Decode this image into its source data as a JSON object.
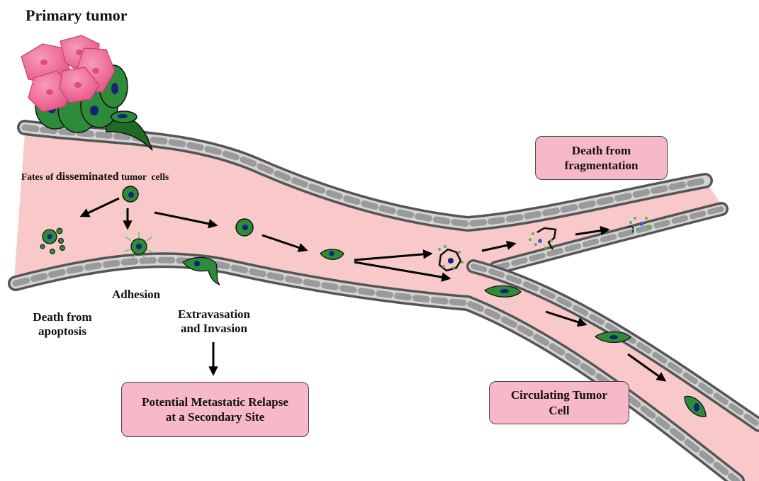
{
  "labels": {
    "primary_tumor": "Primary tumor",
    "fates_title_part1": "Fates of ",
    "fates_title_part2": "disseminated",
    "fates_title_part3": " tumor  cells",
    "adhesion": "Adhesion",
    "death_apoptosis_line1": "Death from",
    "death_apoptosis_line2": "apoptosis",
    "extravasation_line1": "Extravasation",
    "extravasation_line2": "and Invasion"
  },
  "boxes": {
    "fragmentation_line1": "Death from",
    "fragmentation_line2": "fragmentation",
    "relapse_line1": "Potential Metastatic Relapse",
    "relapse_line2": "at a Secondary Site",
    "ctc_line1": "Circulating Tumor",
    "ctc_line2": "Cell"
  },
  "colors": {
    "vessel_lumen": "#f9c9c9",
    "vessel_wall": "#d2d2d2",
    "vessel_outline": "#555555",
    "tumor_cell_green": "#2e8b3a",
    "tumor_cell_dark_green": "#1e6b28",
    "nucleus": "#12237a",
    "pink_tumor": "#f06e99",
    "box_fill": "#f7b9c8"
  }
}
